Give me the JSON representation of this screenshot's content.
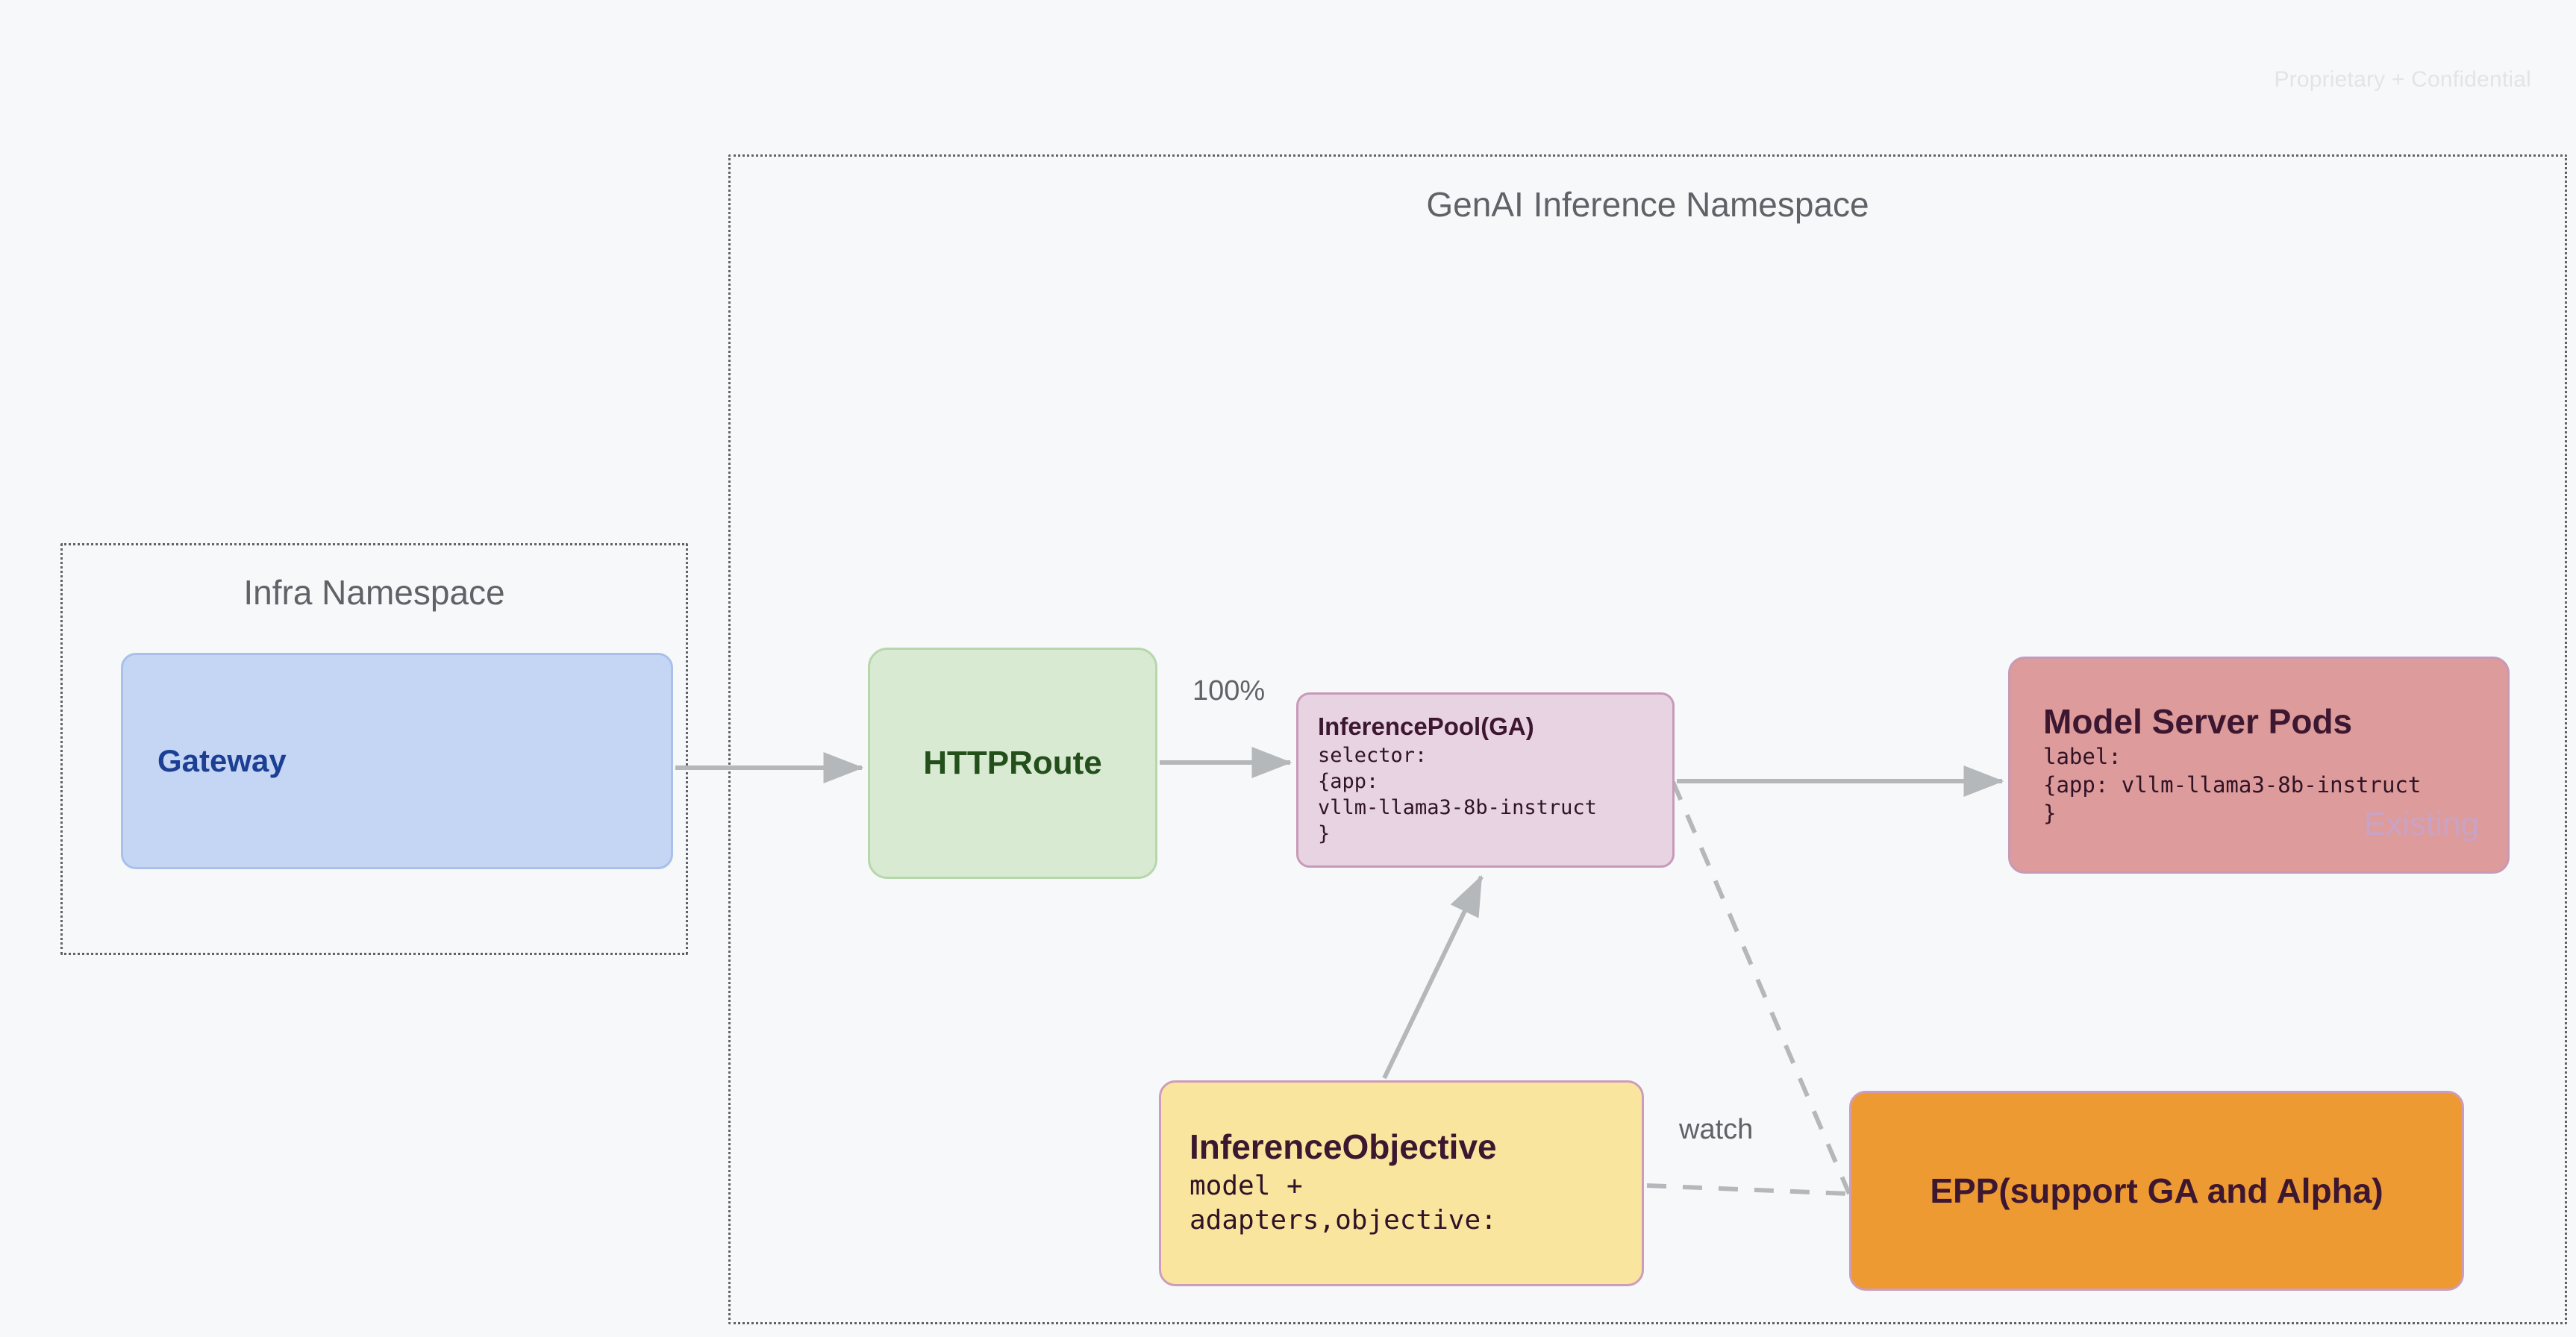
{
  "page": {
    "watermark": "Proprietary + Confidential",
    "background_color": "#f7f8fa"
  },
  "namespaces": [
    {
      "id": "infra",
      "title": "Infra Namespace",
      "border_style": "dotted",
      "border_color": "#5f6368"
    },
    {
      "id": "genai",
      "title": "GenAI Inference Namespace",
      "border_style": "dotted",
      "border_color": "#5f6368"
    }
  ],
  "nodes": {
    "gateway": {
      "title": "Gateway",
      "fill": "#c5d6f5",
      "stroke": "#a8c0ea",
      "text_color": "#1c3f94"
    },
    "httproute": {
      "title": "HTTPRoute",
      "fill": "#d9ead3",
      "stroke": "#b7d7ab",
      "text_color": "#23501a"
    },
    "inferencepool": {
      "title": "InferencePool(GA)",
      "body": "selector:\n{app:\nvllm-llama3-8b-instruct\n}",
      "fill": "#e7d3e1",
      "stroke": "#c79ab8",
      "text_color": "#3d1730"
    },
    "modelserverpods": {
      "title": "Model Server Pods",
      "body": "label:\n{app: vllm-llama3-8b-instruct\n}",
      "badge": "Existing",
      "badge_color": "#c9a3c6",
      "fill": "#dd9b9b",
      "stroke": "#c79ab8",
      "text_color": "#3d1730"
    },
    "inferenceobjective": {
      "title": "InferenceObjective",
      "body": "model +\nadapters,objective:",
      "fill": "#fae59f",
      "stroke": "#cd9cbb",
      "text_color": "#3d1730"
    },
    "epp": {
      "title": "EPP(support GA and Alpha)",
      "fill": "#ee9a33",
      "stroke": "#cd9cbb",
      "text_color": "#3d1730"
    }
  },
  "edges": {
    "gateway_to_httproute": {
      "label": "",
      "style": "solid",
      "color": "#b5b8bb"
    },
    "httproute_to_inferencepool": {
      "label": "100%",
      "style": "solid",
      "color": "#b5b8bb"
    },
    "inferencepool_to_modelserverpods": {
      "label": "",
      "style": "solid",
      "color": "#b5b8bb"
    },
    "inferenceobjective_to_inferencepool": {
      "label": "",
      "style": "solid",
      "color": "#b5b8bb"
    },
    "inferencepool_to_epp": {
      "label": "",
      "style": "dashed",
      "color": "#b5b8bb"
    },
    "inferenceobjective_to_epp": {
      "label": "watch",
      "style": "dashed",
      "color": "#b5b8bb"
    }
  }
}
